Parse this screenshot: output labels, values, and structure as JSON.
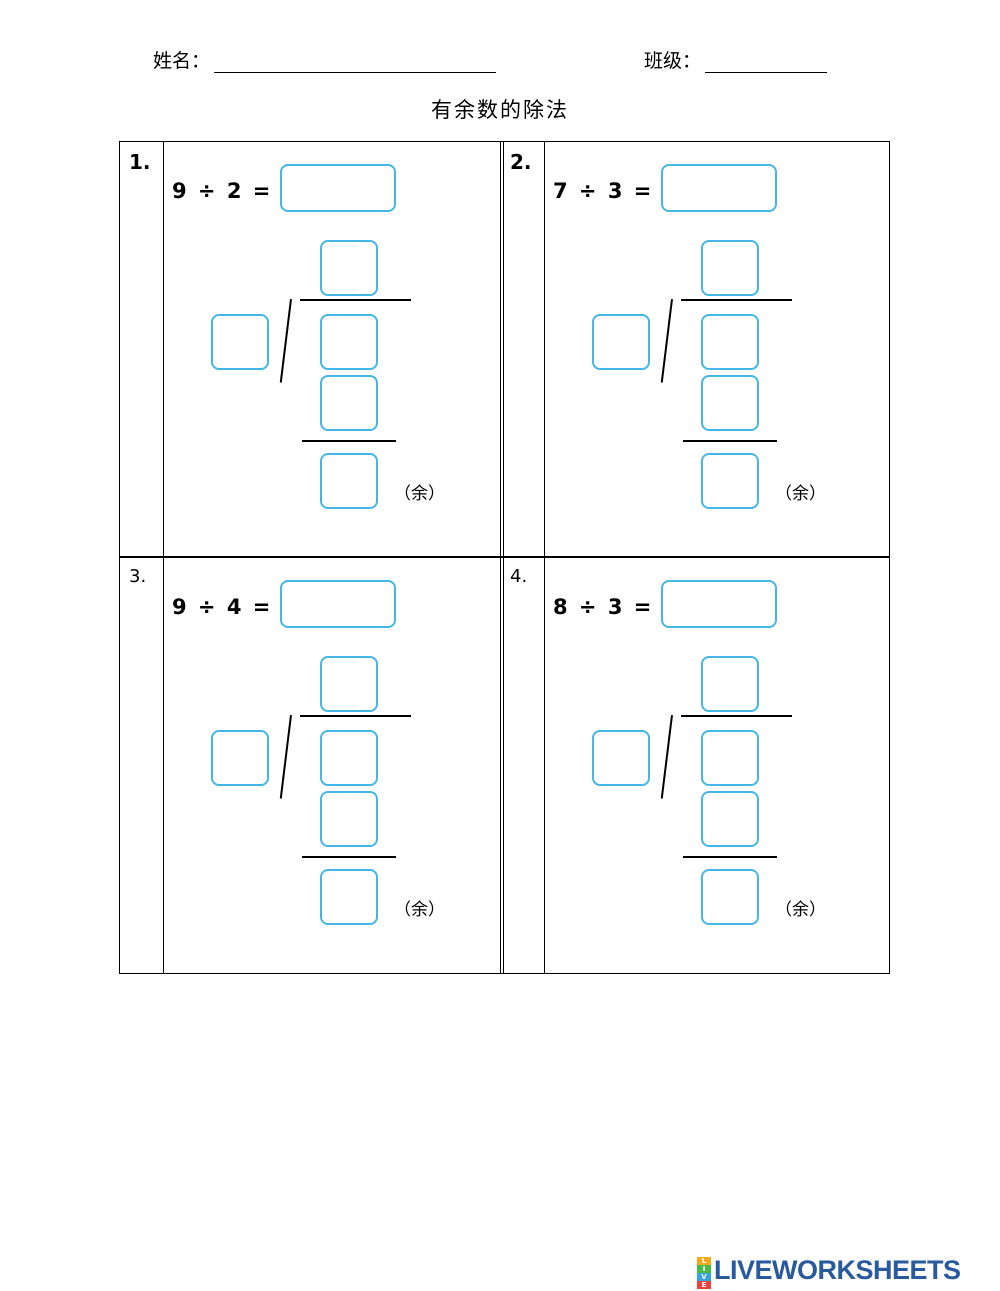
{
  "header": {
    "name_label": "姓名：",
    "class_label": "班级："
  },
  "title": "有余数的除法",
  "problems": [
    {
      "number": "1.",
      "equation": "9 ÷ 2 =",
      "remainder_label": "（余）"
    },
    {
      "number": "2.",
      "equation": "7 ÷ 3 =",
      "remainder_label": "（余）"
    },
    {
      "number": "3.",
      "equation": "9 ÷ 4 =",
      "remainder_label": "（余）"
    },
    {
      "number": "4.",
      "equation": "8 ÷ 3 =",
      "remainder_label": "（余）"
    }
  ],
  "branding": {
    "logo_text": "LIVEWORKSHEETS",
    "badge_letters": [
      "L",
      "I",
      "V",
      "E"
    ],
    "badge_colors": [
      "#f4a81d",
      "#4bb848",
      "#36a3dc",
      "#e8423f"
    ]
  },
  "colors": {
    "answer_box_border": "#45b6e8",
    "logo_text": "#2a5a9e"
  }
}
